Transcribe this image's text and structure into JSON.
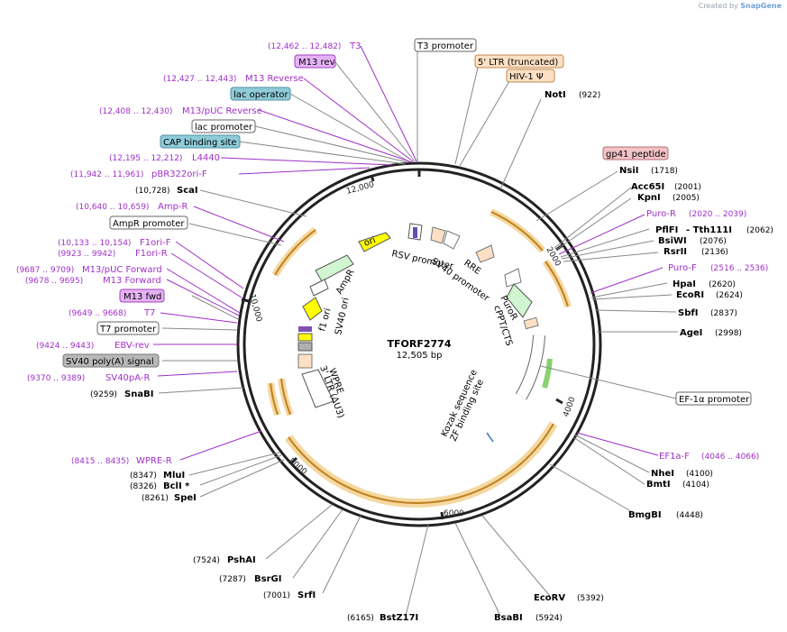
{
  "credit": {
    "prefix": "Created by",
    "brand": "SnapGene"
  },
  "plasmid": {
    "name": "TFORF2774",
    "size": "12,505 bp"
  },
  "ticks": [
    "2000",
    "4000",
    "6000",
    "8000",
    "10,000",
    "12,000"
  ],
  "enzymes": [
    {
      "name": "NotI",
      "pos": "(922)"
    },
    {
      "name": "NsiI",
      "pos": "(1718)"
    },
    {
      "name": "Acc65I",
      "pos": "(2001)"
    },
    {
      "name": "KpnI",
      "pos": "(2005)"
    },
    {
      "name": "PflFI",
      "pos": ""
    },
    {
      "name": "- Tth111I",
      "pos": "(2062)"
    },
    {
      "name": "BsiWI",
      "pos": "(2076)"
    },
    {
      "name": "RsrII",
      "pos": "(2136)"
    },
    {
      "name": "HpaI",
      "pos": "(2620)"
    },
    {
      "name": "EcoRI",
      "pos": "(2624)"
    },
    {
      "name": "SbfI",
      "pos": "(2837)"
    },
    {
      "name": "AgeI",
      "pos": "(2998)"
    },
    {
      "name": "NheI",
      "pos": "(4100)"
    },
    {
      "name": "BmtI",
      "pos": "(4104)"
    },
    {
      "name": "BmgBI",
      "pos": "(4448)"
    },
    {
      "name": "EcoRV",
      "pos": "(5392)"
    },
    {
      "name": "BsaBI",
      "pos": "(5924)"
    },
    {
      "name": "BstZ17I",
      "pos": "(6165)"
    },
    {
      "name": "SrfI",
      "pos": "(7001)"
    },
    {
      "name": "BsrGI",
      "pos": "(7287)"
    },
    {
      "name": "PshAI",
      "pos": "(7524)"
    },
    {
      "name": "SpeI",
      "pos": "(8261)"
    },
    {
      "name": "BclI *",
      "pos": "(8326)"
    },
    {
      "name": "MluI",
      "pos": "(8347)"
    },
    {
      "name": "SnaBI",
      "pos": "(9259)"
    },
    {
      "name": "ScaI",
      "pos": "(10,728)"
    }
  ],
  "primers": [
    {
      "name": "T3",
      "pos": "(12,462 .. 12,482)"
    },
    {
      "name": "M13 Reverse",
      "pos": "(12,427 .. 12,443)"
    },
    {
      "name": "M13/pUC Reverse",
      "pos": "(12,408 .. 12,430)"
    },
    {
      "name": "L4440",
      "pos": "(12,195 .. 12,212)"
    },
    {
      "name": "pBR322ori-F",
      "pos": "(11,942 .. 11,961)"
    },
    {
      "name": "Amp-R",
      "pos": "(10,640 .. 10,659)"
    },
    {
      "name": "F1ori-F",
      "pos": "(10,133 .. 10,154)"
    },
    {
      "name": "F1ori-R",
      "pos": "(9923 .. 9942)"
    },
    {
      "name": "M13/pUC Forward",
      "pos": "(9687 .. 9709)"
    },
    {
      "name": "M13 Forward",
      "pos": "(9678 .. 9695)"
    },
    {
      "name": "T7",
      "pos": "(9649 .. 9668)"
    },
    {
      "name": "EBV-rev",
      "pos": "(9424 .. 9443)"
    },
    {
      "name": "SV40pA-R",
      "pos": "(9370 .. 9389)"
    },
    {
      "name": "WPRE-R",
      "pos": "(8415 .. 8435)"
    },
    {
      "name": "Puro-R",
      "pos": "(2020 .. 2039)"
    },
    {
      "name": "Puro-F",
      "pos": "(2516 .. 2536)"
    },
    {
      "name": "EF1a-F",
      "pos": "(4046 .. 4066)"
    }
  ],
  "boxed": [
    {
      "text": "M13 rev",
      "fill": "#e5b3f5",
      "stroke": "#a040c0"
    },
    {
      "text": "lac operator",
      "fill": "#8fcbd8",
      "stroke": "#4f8f9f"
    },
    {
      "text": "lac promoter",
      "fill": "#ffffff",
      "stroke": "#666666"
    },
    {
      "text": "CAP binding site",
      "fill": "#8fcbd8",
      "stroke": "#4f8f9f"
    },
    {
      "text": "AmpR promoter",
      "fill": "#ffffff",
      "stroke": "#666666"
    },
    {
      "text": "M13 fwd",
      "fill": "#e5b3f5",
      "stroke": "#a040c0"
    },
    {
      "text": "T7 promoter",
      "fill": "#ffffff",
      "stroke": "#666666"
    },
    {
      "text": "SV40 poly(A) signal",
      "fill": "#b8b8b8",
      "stroke": "#777777"
    },
    {
      "text": "T3 promoter",
      "fill": "#ffffff",
      "stroke": "#666666"
    },
    {
      "text": "5' LTR (truncated)",
      "fill": "#fde0c4",
      "stroke": "#c08a50"
    },
    {
      "text": "HIV-1 Ψ",
      "fill": "#fde0c4",
      "stroke": "#c08a50"
    },
    {
      "text": "gp41 peptide",
      "fill": "#f3c3c6",
      "stroke": "#b07075"
    },
    {
      "text": "EF-1α promoter",
      "fill": "#ffffff",
      "stroke": "#666666"
    }
  ],
  "inner_labels": [
    "ori",
    "RSV promoter",
    "RRE",
    "SV40 promoter",
    "PuroR",
    "cPPT/CTS",
    "AmpR",
    "f1 ori",
    "SV40 ori",
    "3' LTR (ΔU3)",
    "WPRE",
    "Kozak sequence",
    "ZF binding site"
  ],
  "colors": {
    "primer": "#a030c8",
    "enzyme": "#000000",
    "promoter_arrow": "#d0f5d0",
    "ori": "#ffff00",
    "orf": "#f0c060"
  }
}
